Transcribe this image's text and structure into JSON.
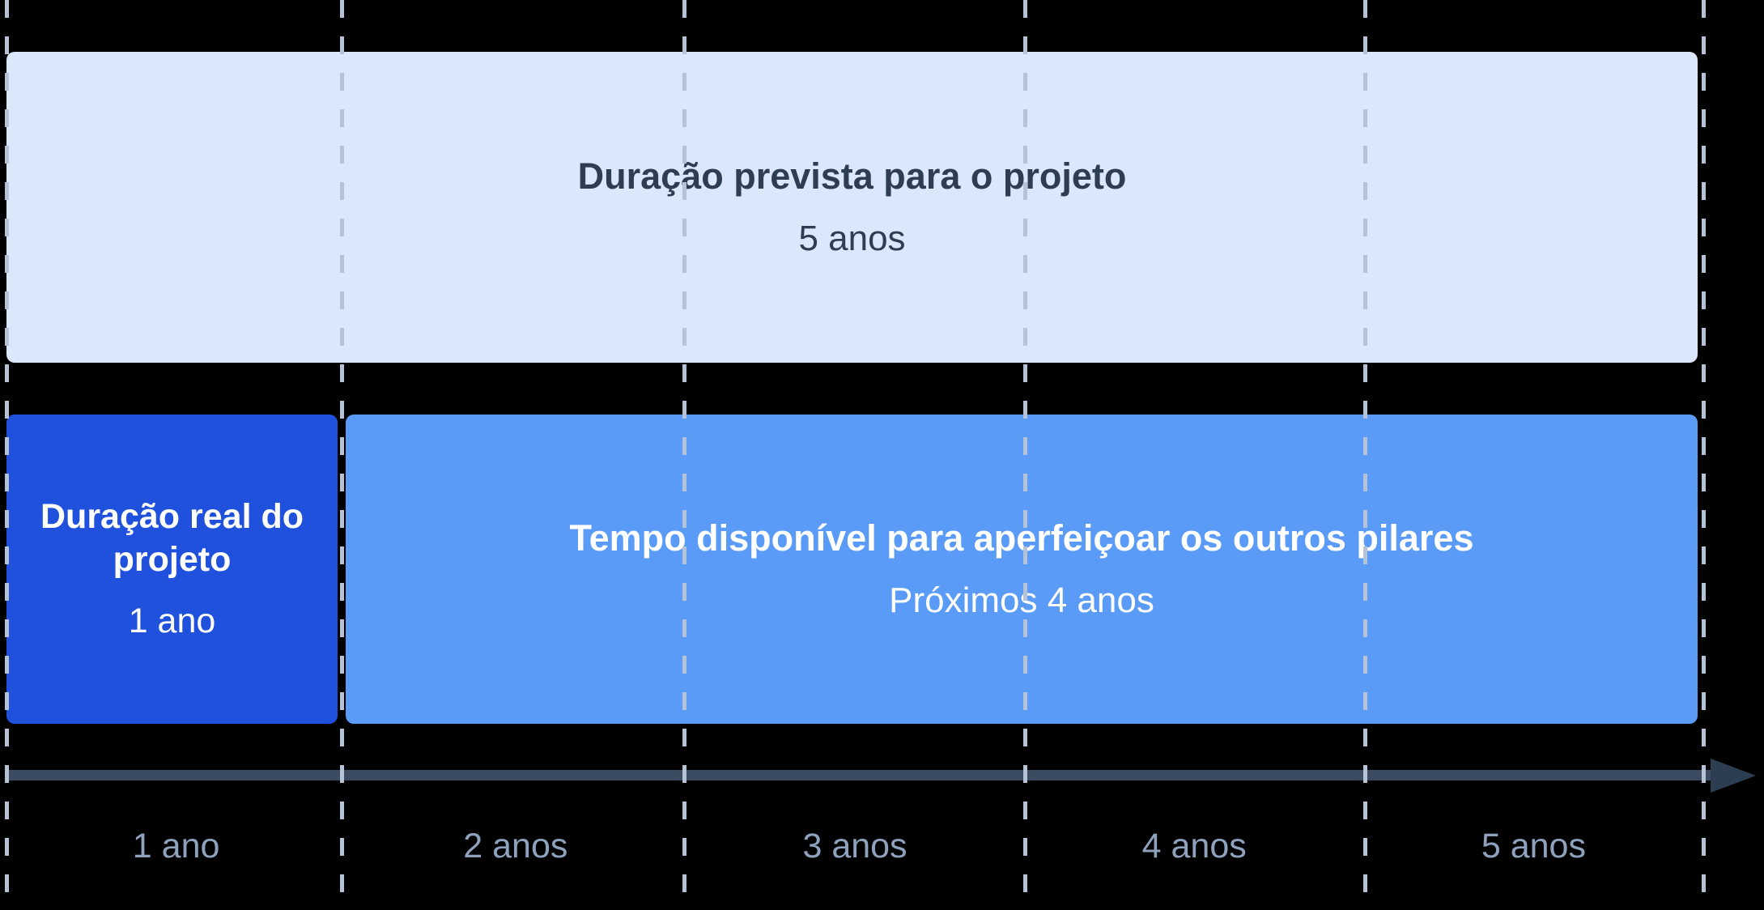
{
  "chart_data": {
    "type": "bar",
    "title": "",
    "orientation": "horizontal-timeline",
    "xlabel": "",
    "ylabel": "",
    "xlim": [
      0,
      5
    ],
    "grid": true,
    "legend": "none",
    "unit": "anos",
    "axis_ticks": [
      "1 ano",
      "2 anos",
      "3 anos",
      "4 anos",
      "5 anos"
    ],
    "axis_tick_values": [
      1,
      2,
      3,
      4,
      5
    ],
    "series": [
      {
        "name": "Duração prevista para o projeto",
        "value_label": "5 anos",
        "start": 0,
        "end": 5,
        "values": [
          5
        ],
        "color": "#dbe7fb",
        "row": 1
      },
      {
        "name": "Duração real do projeto",
        "value_label": "1 ano",
        "start": 0,
        "end": 1,
        "values": [
          1
        ],
        "color": "#1f51dc",
        "row": 2
      },
      {
        "name": "Tempo disponível para aperfeiçoar os outros pilares",
        "value_label": "Próximos 4 anos",
        "start": 1,
        "end": 5,
        "values": [
          4
        ],
        "color": "#5b9bf8",
        "row": 2
      }
    ]
  },
  "bars": {
    "planned": {
      "title": "Duração prevista para o projeto",
      "subtitle": "5 anos"
    },
    "actual": {
      "title": "Duração real do projeto",
      "subtitle": "1 ano"
    },
    "available": {
      "title": "Tempo disponível para aperfeiçoar os outros pilares",
      "subtitle": "Próximos 4 anos"
    }
  },
  "axis": {
    "ticks": [
      {
        "label": "1 ano"
      },
      {
        "label": "2 anos"
      },
      {
        "label": "3 anos"
      },
      {
        "label": "4 anos"
      },
      {
        "label": "5 anos"
      }
    ]
  },
  "colors": {
    "background": "#000000",
    "planned_bar": "#dbe7fb",
    "actual_bar": "#1f51dc",
    "available_bar": "#5b9bf8",
    "gridline": "#b6c3d6",
    "axis_line": "#3b4b61",
    "axis_label_text": "#8fa2bd",
    "dark_text": "#2e3e52",
    "light_text": "#ffffff"
  }
}
